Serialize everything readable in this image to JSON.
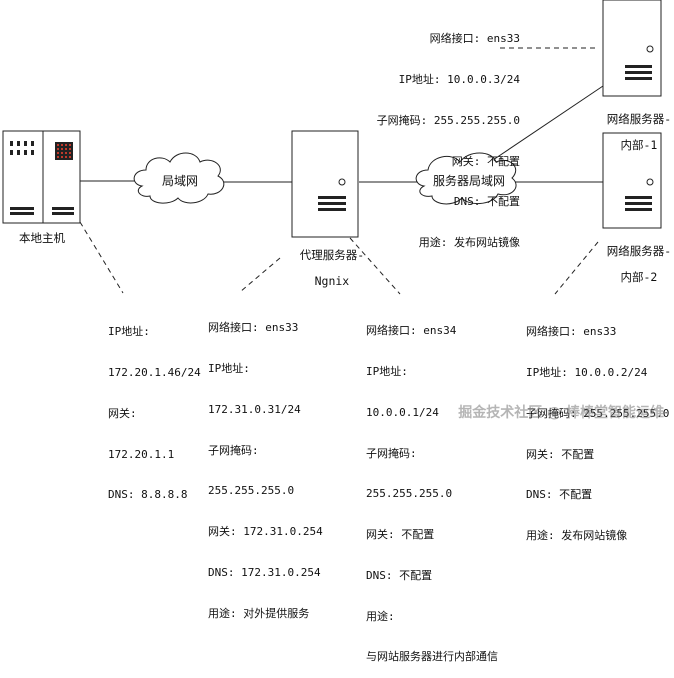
{
  "nodes": {
    "local_host": {
      "label": "本地主机",
      "info": [
        "IP地址:",
        "172.20.1.46/24",
        "网关:",
        "172.20.1.1",
        "DNS: 8.8.8.8"
      ]
    },
    "proxy": {
      "label": [
        "代理服务器-",
        "Ngnix"
      ],
      "info_ens33": [
        "网络接口: ens33",
        "IP地址:",
        "172.31.0.31/24",
        "子网掩码:",
        "255.255.255.0",
        "网关: 172.31.0.254",
        "DNS: 172.31.0.254",
        "用途: 对外提供服务"
      ],
      "info_ens34": [
        "网络接口: ens34",
        "IP地址:",
        "10.0.0.1/24",
        "子网掩码:",
        "255.255.255.0",
        "网关: 不配置",
        "DNS: 不配置",
        "用途:",
        "与网站服务器进行内部通信"
      ]
    },
    "web1": {
      "label": [
        "网络服务器-",
        "内部-1"
      ],
      "info": [
        "网络接口: ens33",
        "IP地址: 10.0.0.3/24",
        "子网掩码: 255.255.255.0",
        "网关: 不配置",
        "DNS: 不配置",
        "用途: 发布网站镜像"
      ]
    },
    "web2": {
      "label": [
        "网络服务器-",
        "内部-2"
      ],
      "info": [
        "网络接口: ens33",
        "IP地址: 10.0.0.2/24",
        "子网掩码: 255.255.255.0",
        "网关: 不配置",
        "DNS: 不配置",
        "用途: 发布网站镜像"
      ]
    }
  },
  "clouds": {
    "lan": "局域网",
    "server_lan": "服务器局域网"
  },
  "watermark": "掘金技术社区 @ 棒棒堂智能运维"
}
